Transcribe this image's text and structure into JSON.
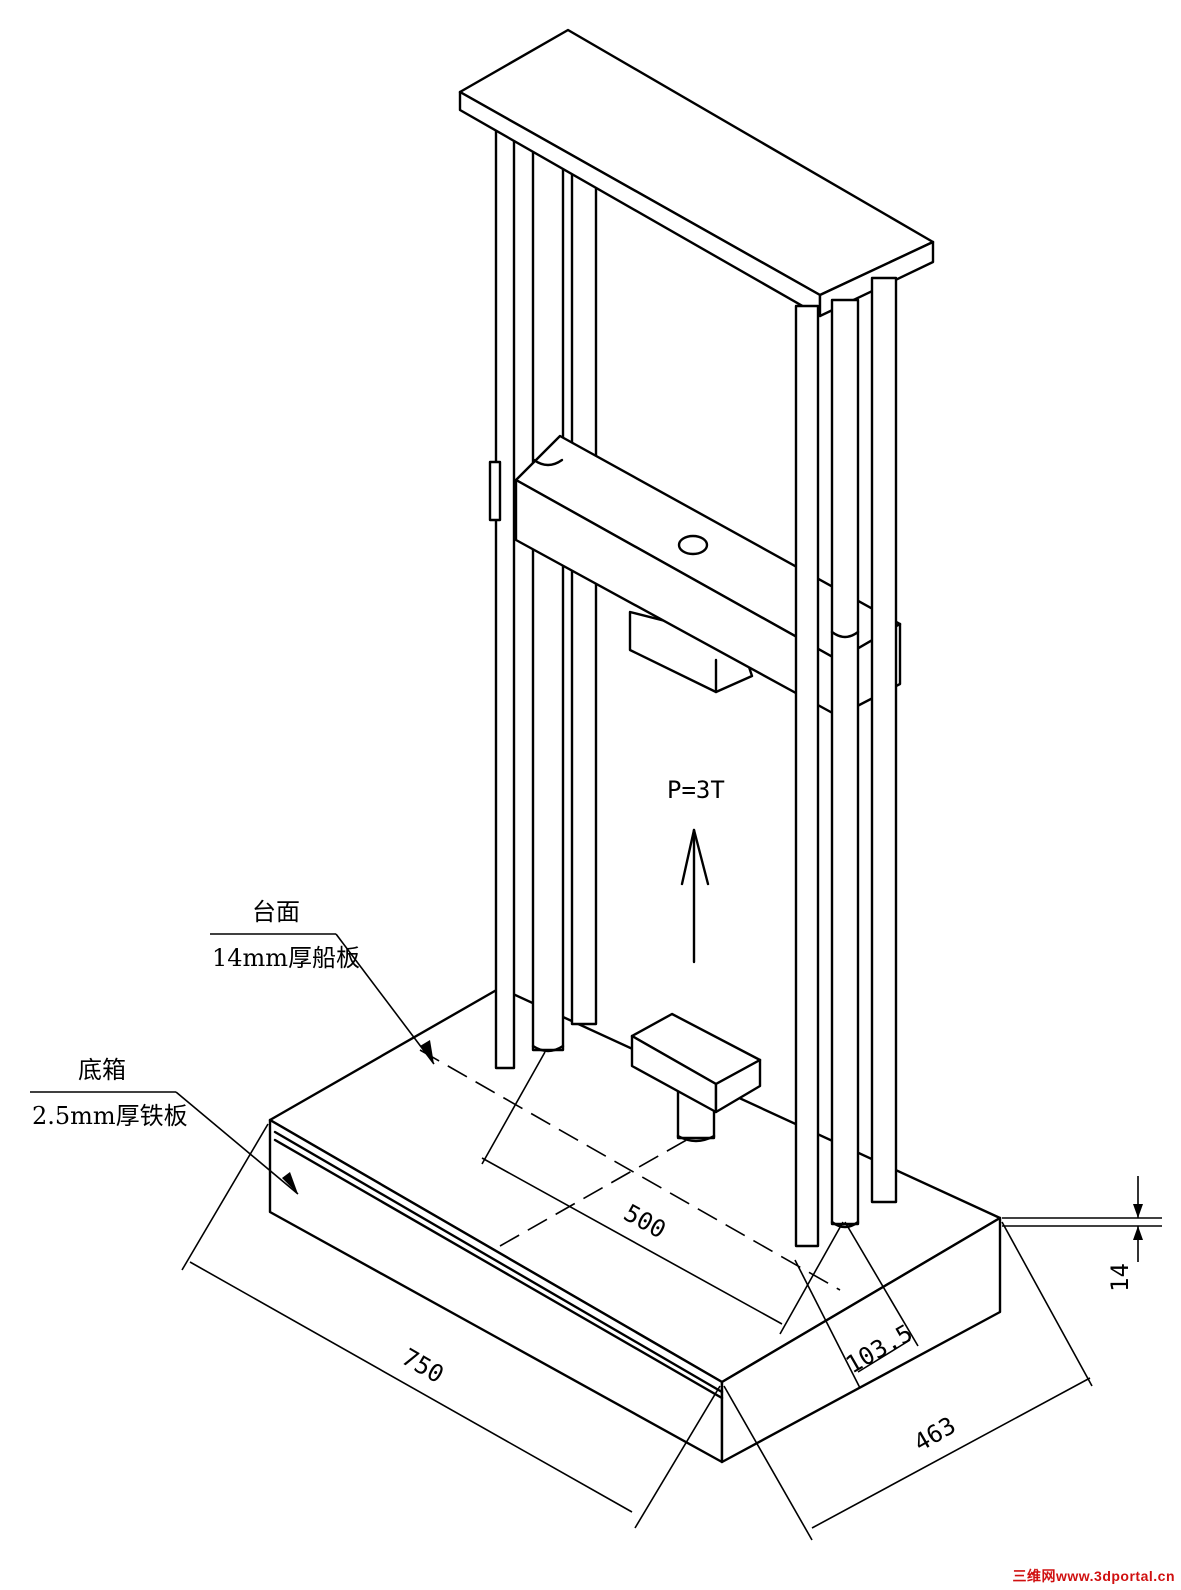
{
  "labels": {
    "table_top_name": "台面",
    "table_top_spec": "14mm厚船板",
    "base_box_name": "底箱",
    "base_box_spec": "2.5mm厚铁板",
    "force": "P=3T"
  },
  "dimensions": {
    "length": "750",
    "width": "463",
    "column_spacing": "500",
    "column_offset": "103.5",
    "plate_thickness": "14"
  },
  "watermark": "三维网www.3dportal.cn",
  "colors": {
    "line": "#000000",
    "watermark": "#d01010"
  }
}
